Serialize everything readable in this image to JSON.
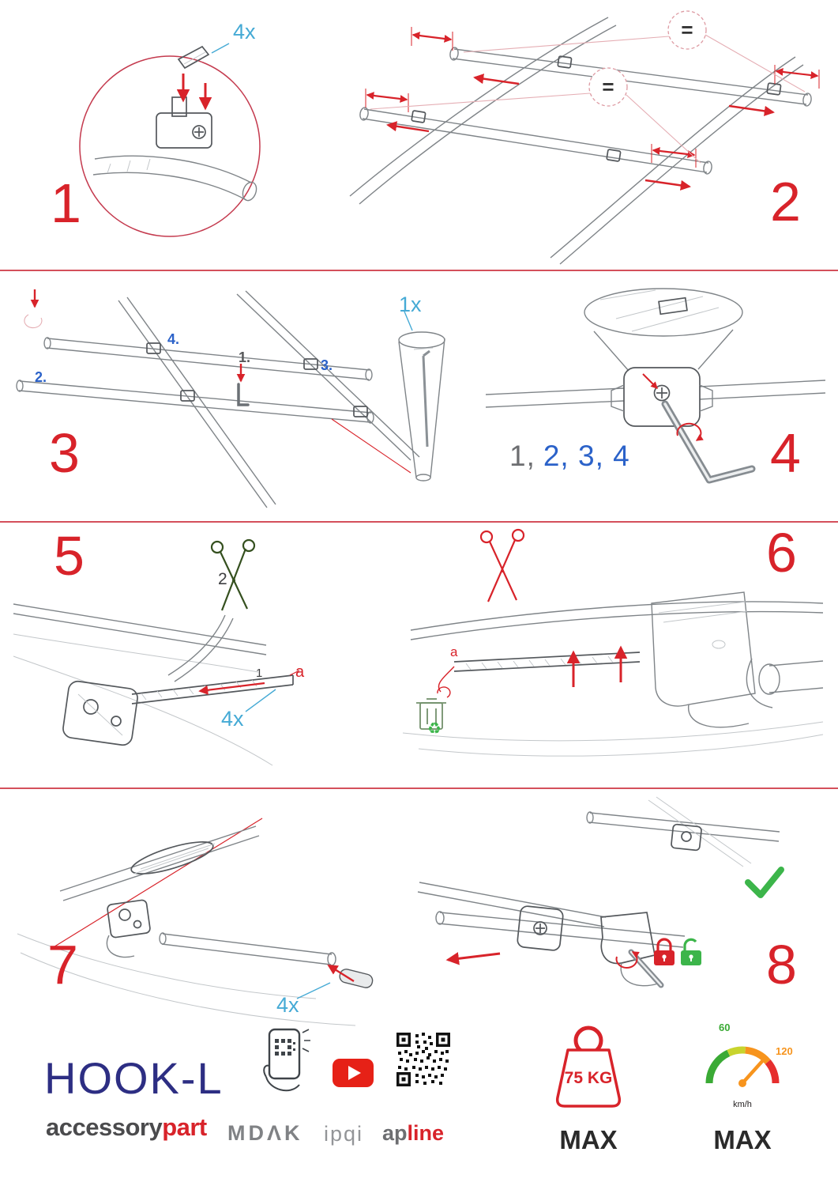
{
  "steps": {
    "s1": {
      "number": "1",
      "qty_label": "4x"
    },
    "s2": {
      "number": "2",
      "equals_symbol": "="
    },
    "s3": {
      "number": "3",
      "qty_label": "1x",
      "sub_1": "1.",
      "sub_2": "2.",
      "sub_3": "3.",
      "sub_4": "4."
    },
    "s4": {
      "number": "4",
      "sequence_first": "1,",
      "sequence_rest": "2, 3, 4"
    },
    "s5": {
      "number": "5",
      "cut_label": "2",
      "strip_label": "1",
      "dim_label": "a",
      "qty_label": "4x"
    },
    "s6": {
      "number": "6",
      "dim_label": "a"
    },
    "s7": {
      "number": "7",
      "qty_label": "4x"
    },
    "s8": {
      "number": "8"
    }
  },
  "footer": {
    "product_name": "HOOK-L",
    "brand_prefix": "accessory",
    "brand_suffix": "part",
    "partner_1": "MDΛK",
    "partner_2": "ipqi",
    "partner_3_prefix": "ap",
    "partner_3_suffix": "line",
    "weight_value": "75 KG",
    "weight_max_label": "MAX",
    "speed_tick_low": "60",
    "speed_tick_high": "120",
    "speed_unit": "km/h",
    "speed_max_label": "MAX"
  },
  "icons": {
    "recycle": "♻"
  },
  "colors": {
    "step_number_red": "#d8232a",
    "quantity_blue": "#45aad5",
    "substep_blue": "#2b62c9",
    "brand_navy": "#2d2e83",
    "brand_red": "#d8232a",
    "check_green": "#3cb54a",
    "gauge_green": "#3aaa35",
    "gauge_orange": "#f7941d"
  }
}
